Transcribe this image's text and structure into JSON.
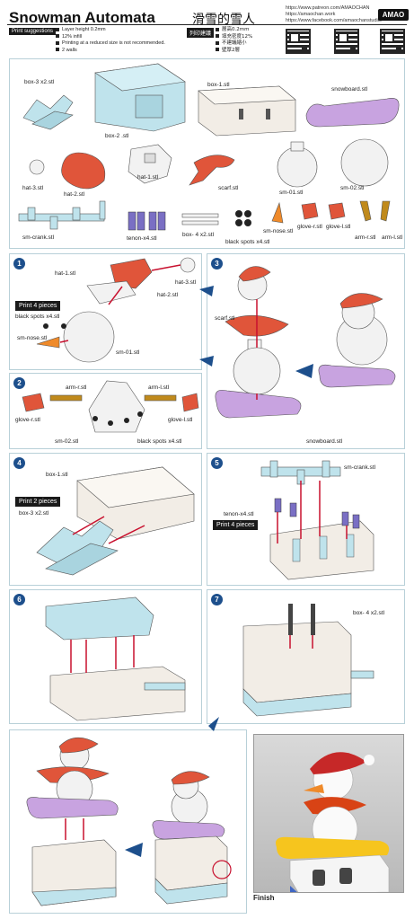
{
  "header": {
    "title": "Snowman Automata",
    "title_zh": "滑雪的雪人",
    "links": [
      "https://www.patreon.com/AMAOCHAN",
      "https://amaochan.work",
      "https://www.facebook.com/amaochanstudio/"
    ],
    "logo": "AMAO"
  },
  "print_suggestions": {
    "label": "Print suggestions",
    "items": [
      "Layer height 0.2mm",
      "12% infill",
      "Printing at a reduced size is not recommended.",
      "2 walls"
    ],
    "label_zh": "列印建議",
    "items_zh": [
      "層高0.2mm",
      "填充密度12%",
      "不建議縮小",
      "壁厚2層"
    ]
  },
  "parts": {
    "box3": "box-3 x2.stl",
    "box2": "box-2 .stl",
    "box1": "box-1.stl",
    "snowboard": "snowboard.stl",
    "hat3": "hat-3.stl",
    "hat2": "hat-2.stl",
    "hat1": "hat-1.stl",
    "scarf": "scarf.stl",
    "sm01": "sm-01.stl",
    "sm02": "sm-02.stl",
    "smcrank": "sm-crank.stl",
    "tenon": "tenon-x4.stl",
    "box4": "box- 4 x2.stl",
    "blackspots": "black spots x4.stl",
    "smnose": "sm-nose.stl",
    "glover": "glove-r.stl",
    "glovel": "glove-l.stl",
    "armr": "arm-r.stl",
    "arml": "arm-l.stl"
  },
  "steps": {
    "s1": {
      "num": "1",
      "hat1": "hat-1.stl",
      "hat3": "hat-3.stl",
      "hat2": "hat-2.stl",
      "badge": "Print 4 pieces",
      "blackspots": "black spots x4.stl",
      "sm01": "sm-01.stl",
      "smnose": "sm-nose.stl"
    },
    "s2": {
      "num": "2",
      "armr": "arm-r.stl",
      "arml": "arm-l.stl",
      "glover": "glove-r.stl",
      "glovel": "glove-l.stl",
      "sm02": "sm-02.stl",
      "blackspots": "black spots x4.stl"
    },
    "s3": {
      "num": "3",
      "scarf": "scarf.stl",
      "snowboard": "snowboard.stl"
    },
    "s4": {
      "num": "4",
      "box1": "box-1.stl",
      "badge": "Print 2 pieces",
      "box3": "box-3 x2.stl"
    },
    "s5": {
      "num": "5",
      "smcrank": "sm-crank.stl",
      "tenon": "tenon-x4.stl",
      "badge": "Print 4 pieces"
    },
    "s6": {
      "num": "6"
    },
    "s7": {
      "num": "7",
      "box4": "box- 4 x2.stl"
    }
  },
  "finish": "Finish",
  "colors": {
    "step_badge": "#1d4f8c",
    "panel_border": "#b8d0d8",
    "light_blue": "#bfe3ec",
    "red_orange": "#e0553a",
    "purple": "#c8a3e0",
    "cream": "#f2ede6",
    "arrow_red": "#c8102e",
    "arrow_blue": "#1d4f8c"
  }
}
